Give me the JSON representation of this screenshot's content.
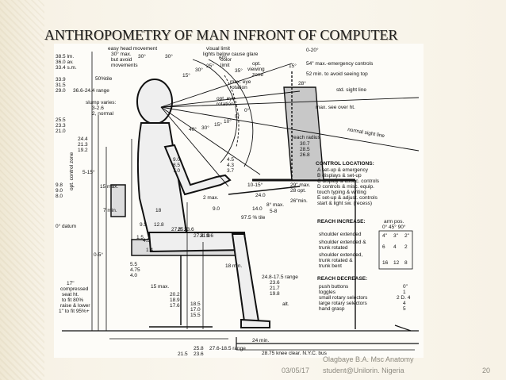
{
  "slide": {
    "title": "ANTHROPOMETRY OF MAN INFRONT OF COMPUTER",
    "date": "03/05/17",
    "author_line1": "Olagbaye B.A. Msc Anatomy",
    "author_line2": "student@Unilorin. Nigeria",
    "page_number": "20"
  },
  "figure": {
    "top_left_dims": [
      "38.5 lm.",
      "36.0 av.",
      "33.4 s.m."
    ],
    "mid_left_dims": [
      "33.9",
      "31.5",
      "29.0"
    ],
    "range_label": "36.6-24.4 range",
    "percentile_label": "50%tile",
    "slump_label": [
      "slump varies:",
      "3-2.6",
      "2, normal"
    ],
    "left_lower_dims": [
      "25.5",
      "23.3",
      "21.0"
    ],
    "upper_dims": [
      "24.4",
      "21.3",
      "19.2"
    ],
    "opt_control_zone": "opt. control zone",
    "seat_dims": [
      "9.8",
      "9.0",
      "8.0"
    ],
    "angle_5_15": "5-15°",
    "datum_left": "0° datum",
    "datum_angle": "0-5°",
    "min7": "7 min.",
    "max15": "15 max.",
    "head_labels": [
      "easy head movement",
      "30° max.",
      "but avoid",
      "movements"
    ],
    "visual_labels": [
      "visual limit",
      "lights below cause glare",
      "color",
      "limit",
      "opt.",
      "viewing",
      "zone"
    ],
    "eye_labels": [
      "max. eye",
      "rotation",
      "opt. eye",
      "rotation"
    ],
    "angle_labels": [
      "30°",
      "30°",
      "15°",
      "30°",
      "25°",
      "60°",
      "40°",
      "30°",
      "15°",
      "10°",
      "5°",
      "0°",
      "35°",
      "15°",
      "28°"
    ],
    "right_top": [
      "0-20°",
      "54\" max.-emergency controls",
      "52 min. to avoid seeing top",
      "std. sight line",
      "max. see over ht.",
      "normal sight line"
    ],
    "reach_radius": [
      "reach radius",
      "30.7",
      "28.5",
      "26.8"
    ],
    "control_title": "CONTROL LOCATIONS:",
    "control_items": [
      "A  set-up & emergency",
      "B  displays & set-up",
      "C  display & assoc. controls",
      "D  controls & misc. equip.",
      "    touch typing & writing",
      "E  set-up & adjust. controls",
      "    start & light sw. (recess)"
    ],
    "desk_dims": [
      "29\" max.",
      "28 opt.",
      "26\"min."
    ],
    "knee_dims": [
      "2 max.",
      "9.0",
      "24.0",
      "14.0",
      "97.5 % tile"
    ],
    "arm_dims": [
      "10-15°",
      "8° max.",
      "5-8"
    ],
    "forearm_dims": [
      "9.0",
      "8.5",
      "7.0",
      "4.5",
      "4.3",
      "3.7"
    ],
    "lower_left_dims": [
      "18",
      "9.5",
      "1.5",
      "4.5",
      "12.8",
      "27.8",
      "25.6",
      "23.6",
      "27.4",
      "21.9",
      "9.6",
      "1.4"
    ],
    "seat_heights": [
      "5.5",
      "4.75",
      "4.0"
    ],
    "reach_increase": [
      "REACH INCREASE:",
      "arm pos.",
      "0°  45°  90°",
      "shoulder extended",
      "shoulder extended &",
      "trunk rotated",
      "shoulder extended,",
      "trunk rotated &",
      "trunk bent"
    ],
    "reach_table": [
      [
        "4\"",
        "3\"",
        "2\""
      ],
      [
        "6",
        "4",
        "2"
      ],
      [
        "16",
        "12",
        "8"
      ]
    ],
    "reach_decrease": [
      "REACH DECREASE:",
      "push buttons",
      "toggles",
      "small rotary selectors",
      "large rotary selectors",
      "hand grasp"
    ],
    "decrease_values": [
      "0\"",
      "1",
      "2  D. 4",
      "4",
      "5"
    ],
    "bottom_left": [
      "17\"",
      "compressed",
      "seat ht.",
      "to fit 80%",
      "raise & lower",
      "1\" to fit 95%+"
    ],
    "leg_dims": [
      "15 max.",
      "20.2",
      "18.9",
      "17.6",
      "18.5",
      "17.0",
      "15.5"
    ],
    "min18": "18 min.",
    "range_lower": "24.8-17.5 range",
    "range_lower_vals": [
      "23.6",
      "21.7",
      "19.8"
    ],
    "alt": "alt.",
    "footrest": [
      "25.8",
      "23.6",
      "21.5"
    ],
    "footrest_range": "27.6-18.5 range",
    "min24": "24 min.",
    "knee_clear": "28.75  knee clear. N.Y.C. bus"
  }
}
